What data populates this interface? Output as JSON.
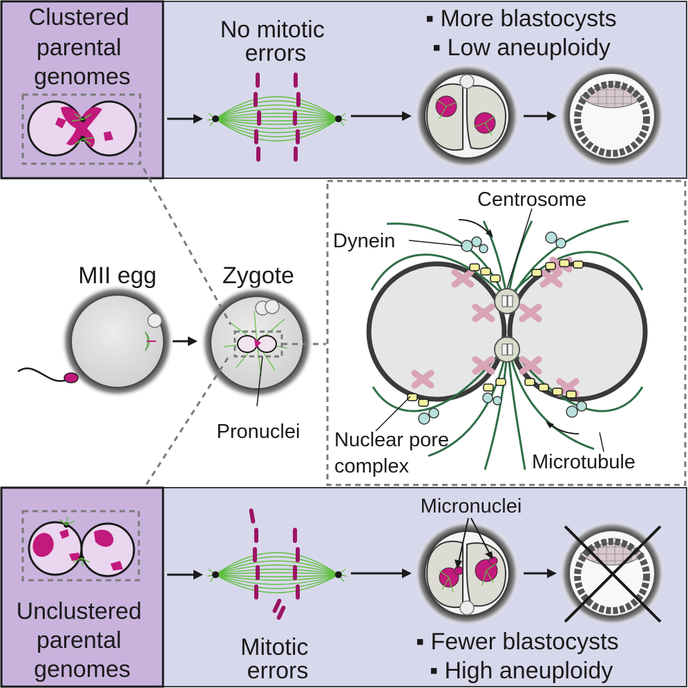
{
  "top": {
    "box_label": [
      "Clustered",
      "parental",
      "genomes"
    ],
    "spindle_label": [
      "No mitotic",
      "errors"
    ],
    "outcomes": [
      "More blastocysts",
      "Low aneuploidy"
    ]
  },
  "middle": {
    "egg_label": "MII egg",
    "zygote_label": "Zygote",
    "pronuclei_label": "Pronuclei",
    "inset": {
      "centrosome": "Centrosome",
      "dynein": "Dynein",
      "npc": [
        "Nuclear pore",
        "complex"
      ],
      "microtubule": "Microtubule"
    }
  },
  "bottom": {
    "box_label": [
      "Unclustered",
      "parental",
      "genomes"
    ],
    "spindle_label": [
      "Mitotic",
      "errors"
    ],
    "micronuclei_label": "Micronuclei",
    "outcomes": [
      "Fewer blastocysts",
      "High aneuploidy"
    ]
  },
  "colors": {
    "panel_lavender": "#d8d8ec",
    "box_purple": "#c9b3dd",
    "chromosome_magenta": "#c2197c",
    "microtubule_green": "#5fbf3f",
    "inset_microtubule": "#2e6e46",
    "nucleus_gray": "#e6e6e6",
    "dynein_cyan": "#b8e0dc",
    "npc_yellow": "#f4f2a0",
    "chromatin_pink": "#d9a3b8"
  }
}
